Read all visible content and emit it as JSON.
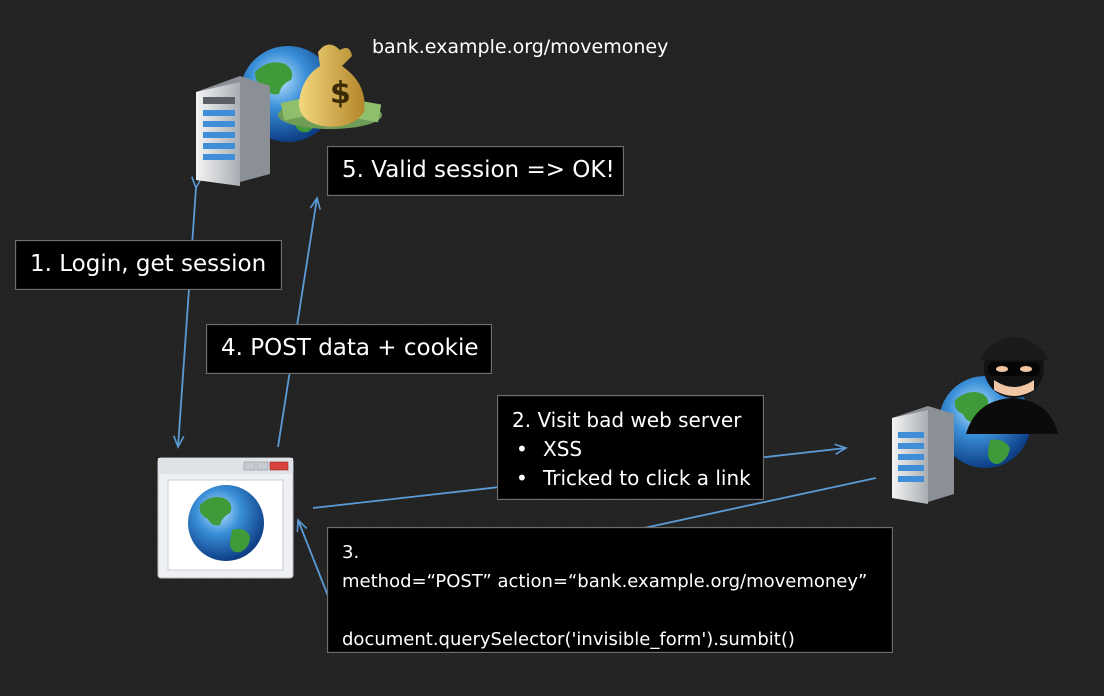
{
  "url_label": "bank.example.org/movemoney",
  "steps": {
    "login": "1. Login, get session",
    "visit": {
      "title": "2. Visit bad web server",
      "bullets": [
        "XSS",
        "Tricked to click a link"
      ]
    },
    "form": {
      "title": "3.",
      "line1": "method=“POST” action=“bank.example.org/movemoney”",
      "line2": "document.querySelector('invisible_form').sumbit()"
    },
    "post": "4. POST data + cookie",
    "valid": "5. Valid session => OK!"
  },
  "bullet_char": "•",
  "colors": {
    "background": "#222222",
    "arrow": "#5b9bd5",
    "box_bg": "#000000",
    "text": "#ffffff"
  },
  "icons": [
    "bank-server-icon",
    "globe-icon",
    "money-bag-icon",
    "browser-window-icon",
    "attacker-server-icon",
    "hacker-icon"
  ]
}
